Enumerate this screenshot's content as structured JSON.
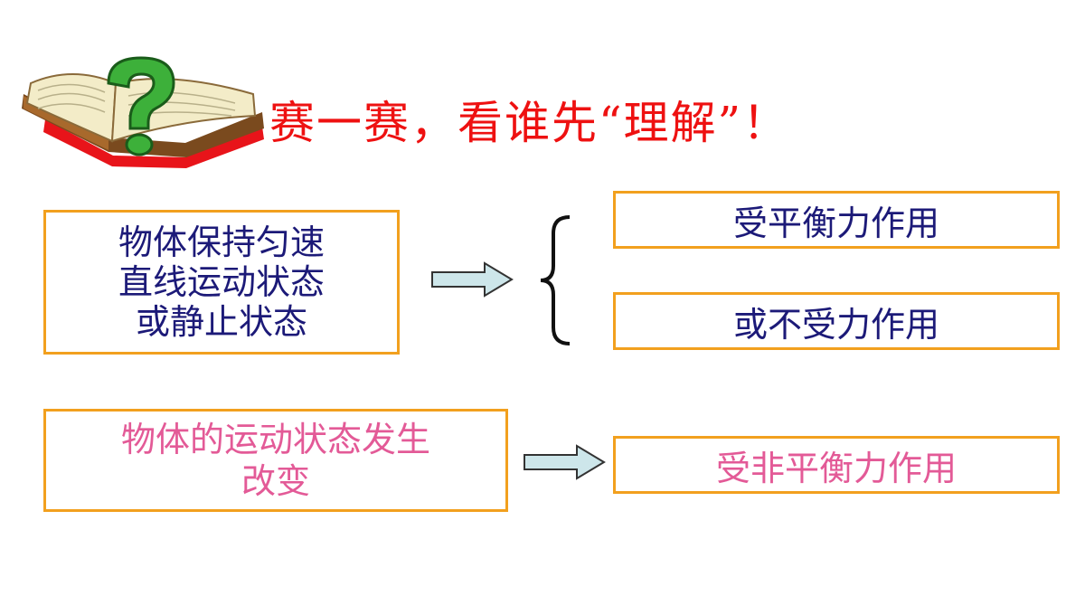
{
  "title": "赛一赛，看谁先“理解”！",
  "left_box": {
    "lines": [
      "物体保持匀速",
      "直线运动状态",
      "或静止状态"
    ]
  },
  "right_top": "受平衡力作用",
  "right_middle": "或不受力作用",
  "bottom_left": {
    "lines": [
      "物体的运动状态发生",
      "改变"
    ]
  },
  "bottom_right": "受非平衡力作用",
  "colors": {
    "title": "#ee1111",
    "navy_text": "#1c1a78",
    "pink_text": "#e35a97",
    "box_border": "#f2a01e",
    "arrow_fill": "#cde6ea"
  },
  "icons": [
    "book-question-icon",
    "arrow-right-icon",
    "curly-brace-icon"
  ]
}
